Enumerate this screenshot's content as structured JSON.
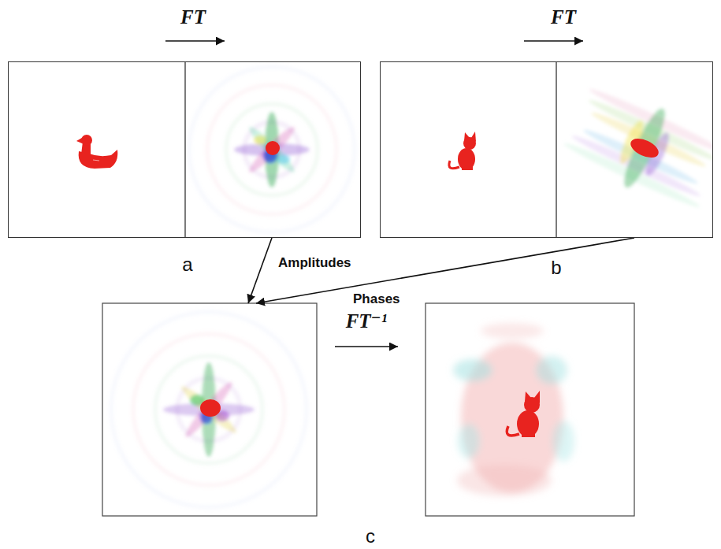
{
  "diagram": {
    "nodes": [
      {
        "text": [
          "a"
        ]
      },
      {
        "text": [
          "b"
        ]
      },
      {
        "text": [
          "c"
        ]
      }
    ],
    "edges": [
      {
        "from": 0,
        "to": 2,
        "arrow": "to",
        "label": "Amplitudes"
      },
      {
        "from": 1,
        "to": 2,
        "arrow": "to",
        "label": "Phases"
      }
    ],
    "labels": [
      "FT",
      "FT",
      "FT⁻¹"
    ]
  }
}
